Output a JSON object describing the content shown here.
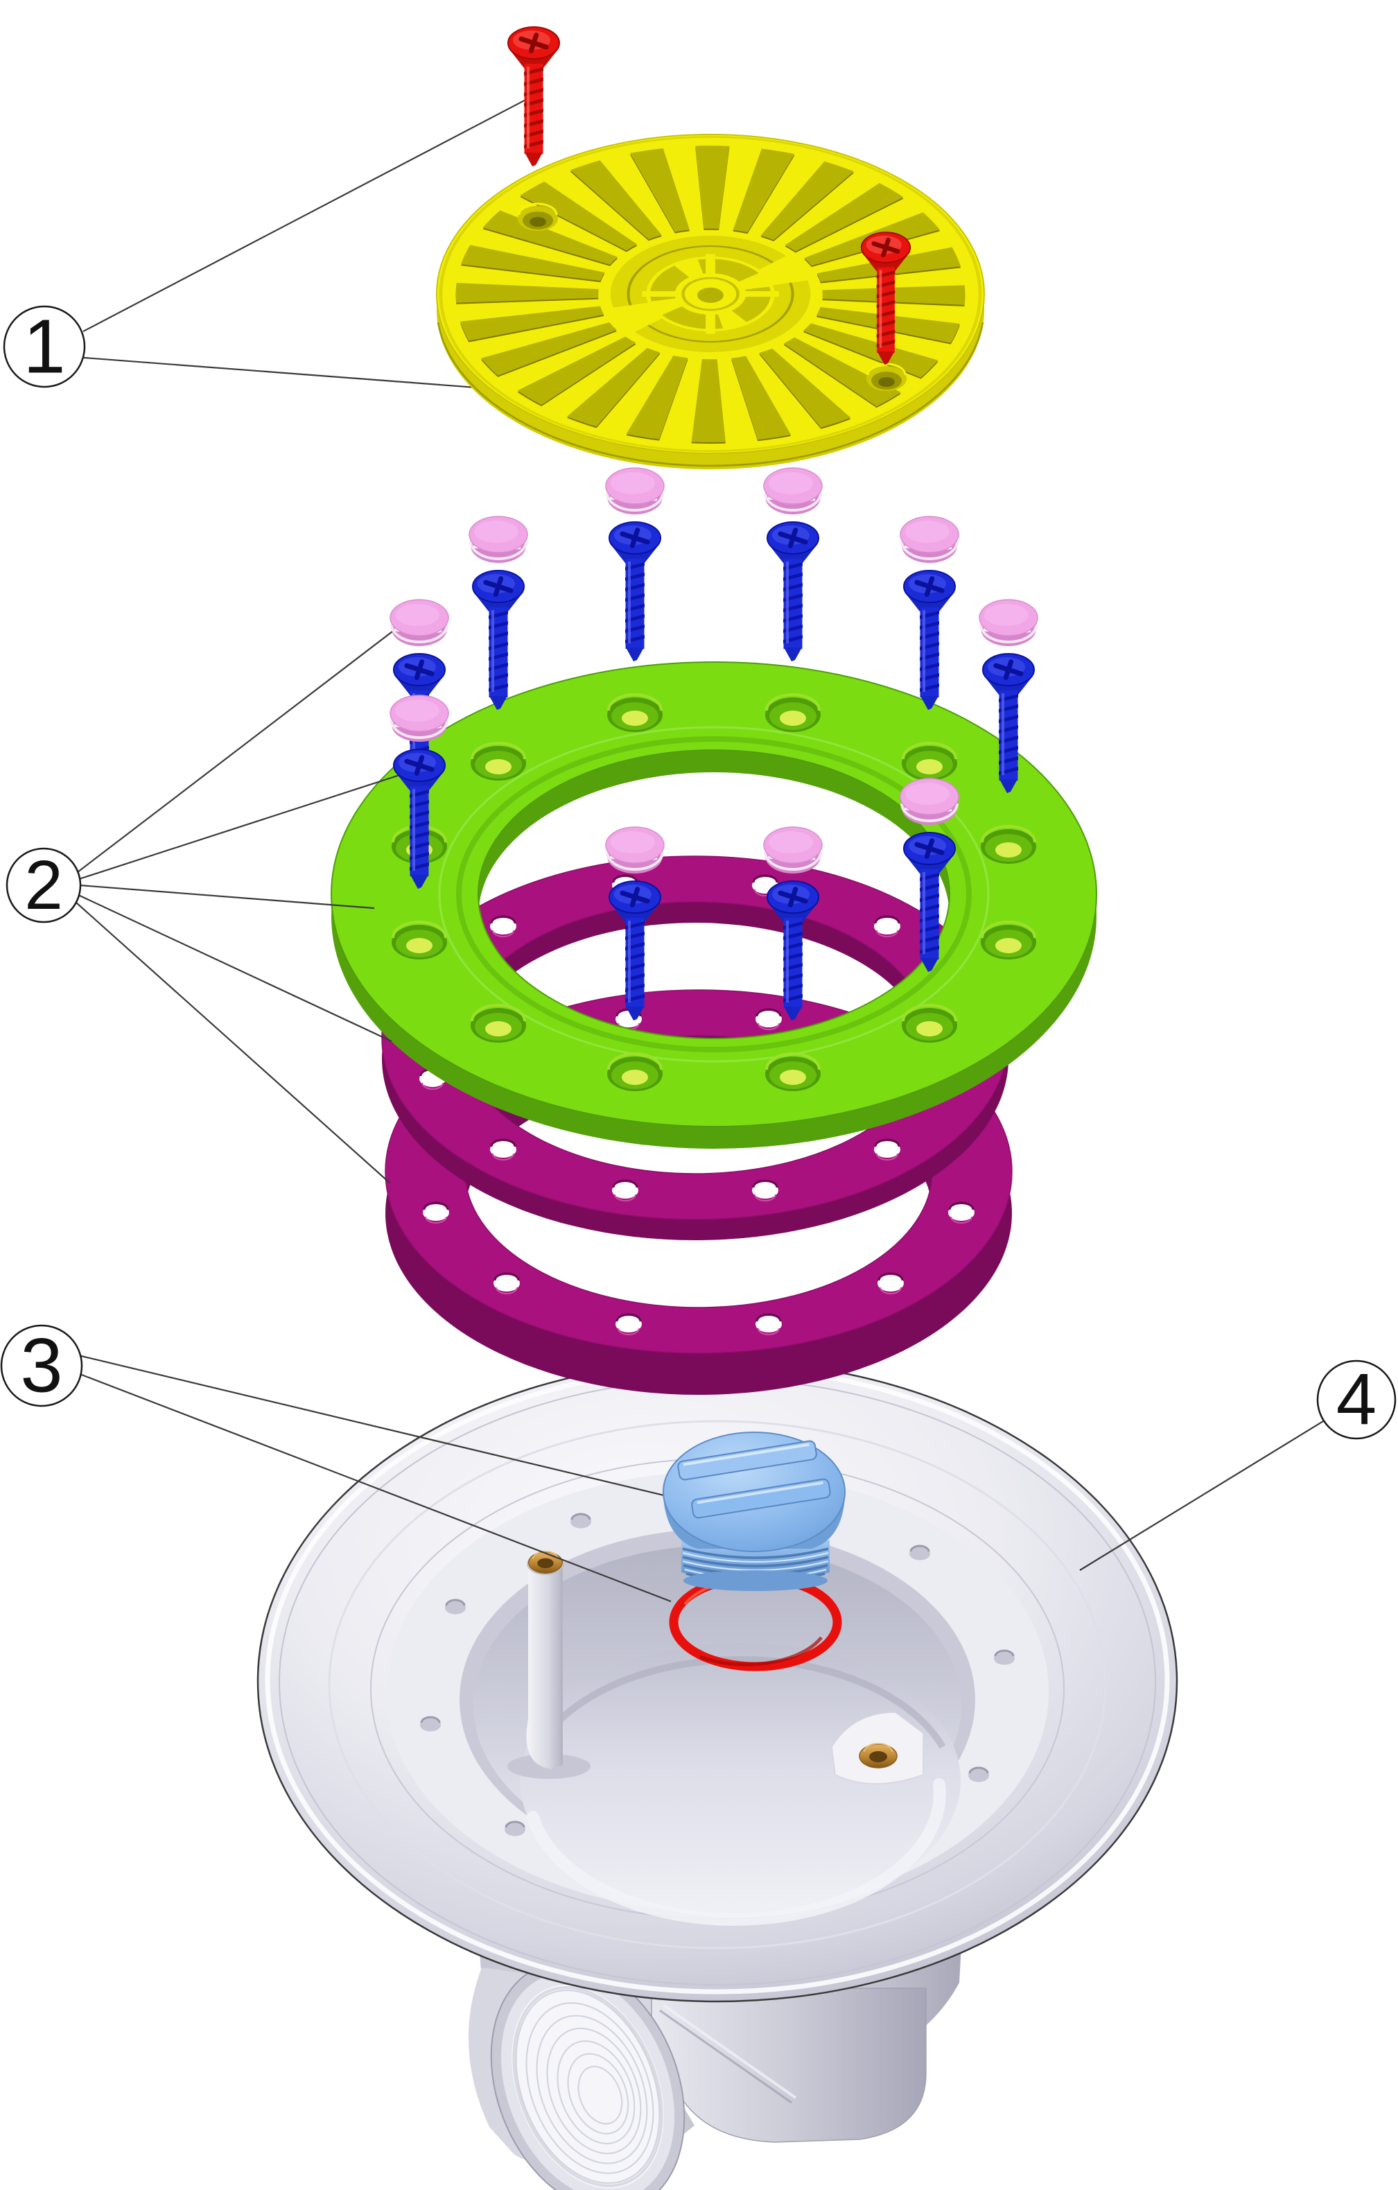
{
  "diagram": {
    "type": "exploded-parts-diagram",
    "subject": "floor-drain-assembly",
    "background": "#FFFFFF"
  },
  "callouts": [
    {
      "number": "1",
      "refers_to": "grate-cover-and-red-screws",
      "leader_lines": 2
    },
    {
      "number": "2",
      "refers_to": "fixing-ring-gaskets-screws-and-caps",
      "leader_lines": 5
    },
    {
      "number": "3",
      "refers_to": "drain-plug-and-o-ring",
      "leader_lines": 2
    },
    {
      "number": "4",
      "refers_to": "drain-body",
      "leader_lines": 1
    }
  ],
  "parts": [
    {
      "name": "red-fixing-screw",
      "color": "#E8120E",
      "count": 2
    },
    {
      "name": "yellow-grate-cover",
      "color": "#F2EE0A",
      "count": 1
    },
    {
      "name": "pink-screw-cap",
      "color": "#F1A6E6",
      "count": 10
    },
    {
      "name": "blue-fixing-screw",
      "color": "#1C2BD8",
      "count": 10
    },
    {
      "name": "green-fixing-ring",
      "color": "#7CDC12",
      "count": 1
    },
    {
      "name": "magenta-gasket",
      "color": "#A8117E",
      "count": 2
    },
    {
      "name": "light-blue-drain-plug",
      "color": "#84B5EA",
      "count": 1
    },
    {
      "name": "red-o-ring",
      "color": "#E8100C",
      "count": 1
    },
    {
      "name": "white-drain-body",
      "color": "#ECECF3",
      "count": 1
    },
    {
      "name": "brass-insert",
      "color": "#C08A3E",
      "count": 2
    }
  ],
  "colors": {
    "yellow": "#F2EE0A",
    "red": "#E8120E",
    "green": "#7CDC12",
    "magenta": "#A8117E",
    "blue": "#1C2BD8",
    "pink": "#F1A6E6",
    "plug_blue": "#84B5EA",
    "oring_red": "#E8100C",
    "body_gray": "#ECECF3",
    "brass": "#C08A3E",
    "leader_line": "#3A3A3A",
    "label_text": "#111111"
  }
}
